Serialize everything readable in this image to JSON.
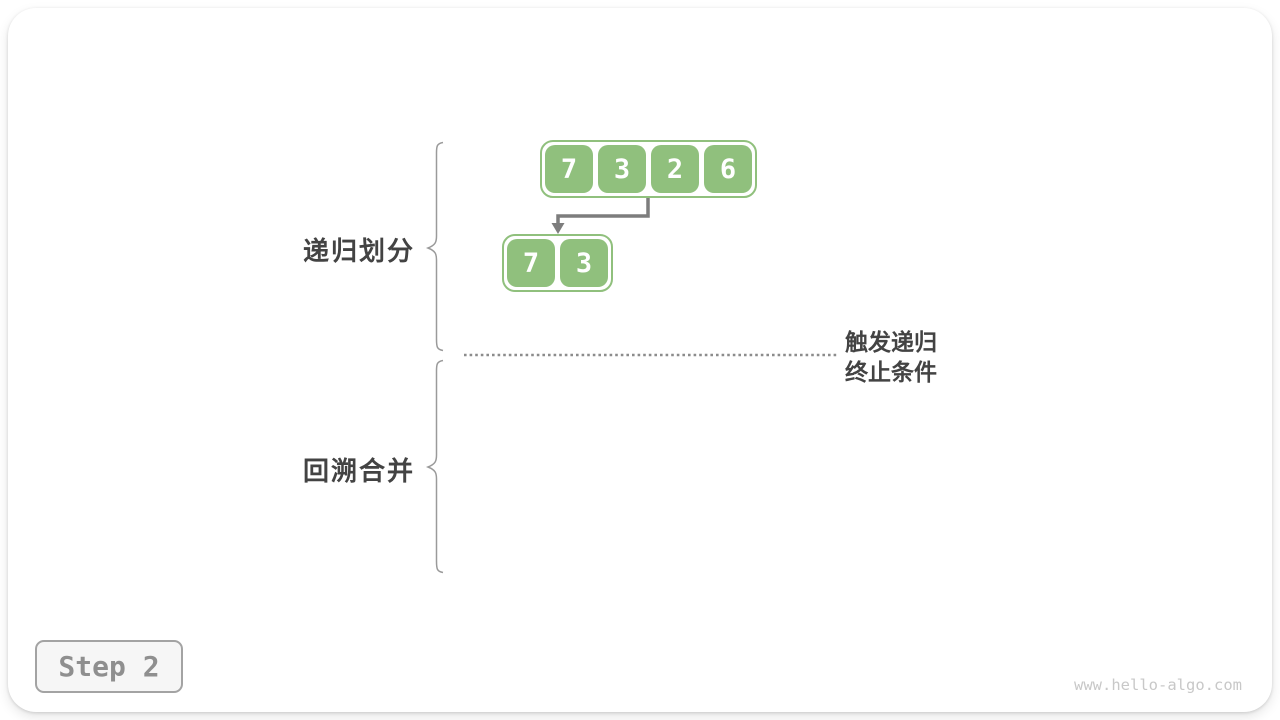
{
  "card": {
    "step_label": "Step 2",
    "watermark": "www.hello-algo.com"
  },
  "phase_labels": {
    "divide": "递归划分",
    "merge": "回溯合并"
  },
  "annotation": {
    "line1": "触发递归",
    "line2": "终止条件"
  },
  "arrays": [
    {
      "name": "array-level-0",
      "values": [
        7,
        3,
        2,
        6
      ]
    },
    {
      "name": "array-level-1",
      "values": [
        7,
        3
      ]
    }
  ],
  "colors": {
    "cell-green": "#90C07D",
    "arrow-gray": "#7D7D7D",
    "line-gray": "#8C8C8C",
    "brace-gray": "#9A9A9A",
    "text-dark": "#434343",
    "step-text": "#8F8F8F",
    "step-border": "#A3A3A3",
    "step-bg": "#F6F6F6",
    "watermark-gray": "#C8C8C8"
  }
}
